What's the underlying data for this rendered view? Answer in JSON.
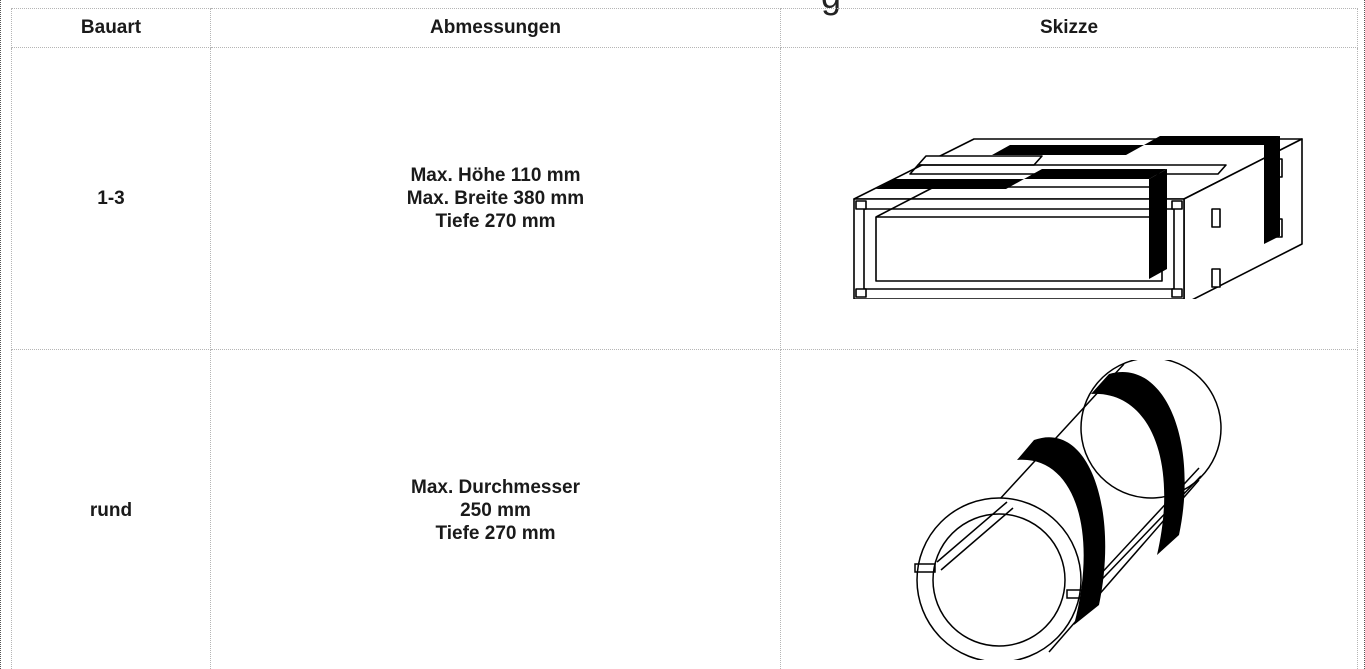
{
  "title_partial": "g",
  "table": {
    "headers": [
      "Bauart",
      "Abmessungen",
      "Skizze"
    ],
    "rows": [
      {
        "bauart": "1-3",
        "abmessungen": [
          "Max. Höhe 110 mm",
          "Max. Breite 380 mm",
          "Tiefe 270 mm"
        ],
        "sketch_icon": "rectangular-box-sketch-icon"
      },
      {
        "bauart": "rund",
        "abmessungen": [
          "Max. Durchmesser",
          "250 mm",
          "Tiefe 270 mm"
        ],
        "sketch_icon": "round-tube-sketch-icon"
      }
    ]
  }
}
